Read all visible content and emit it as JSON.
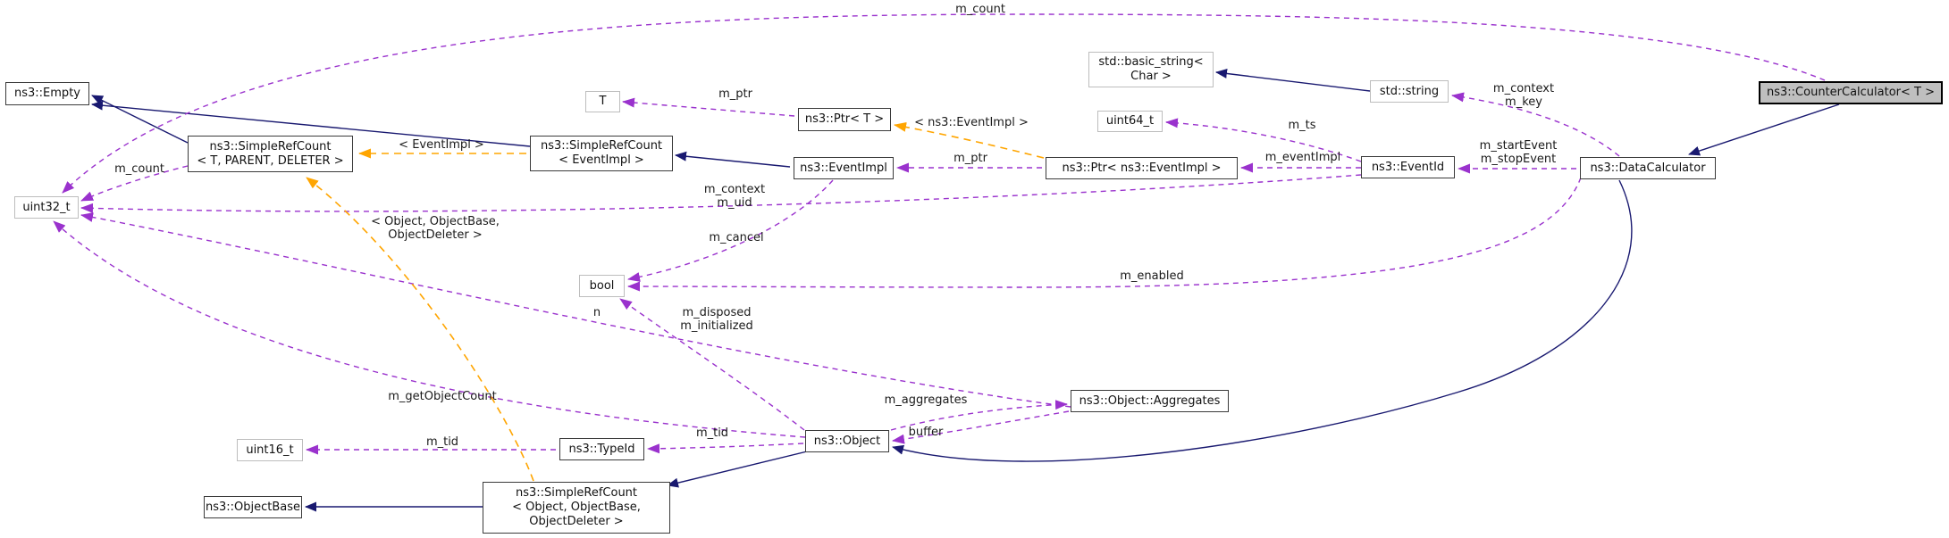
{
  "diagram": {
    "kind": "collaboration-graph",
    "highlight_node": "ns3::CounterCalculator< T >",
    "colors": {
      "inheritance_edge": "#191970",
      "member_edge": "#9a32cd",
      "template_edge": "#ffa500",
      "node_border": "#3a3a3a",
      "external_node_border": "#bdbdbd",
      "highlight_node_bg": "#bfbfbf",
      "background": "#ffffff"
    }
  },
  "nodes": {
    "empty": {
      "label": "ns3::Empty"
    },
    "simplerefcount_tpd": {
      "label": "ns3::SimpleRefCount\n< T, PARENT, DELETER >"
    },
    "uint32": {
      "label": "uint32_t"
    },
    "t": {
      "label": "T"
    },
    "simplerefcount_eventimpl": {
      "label": "ns3::SimpleRefCount\n< EventImpl >"
    },
    "ptr_t": {
      "label": "ns3::Ptr< T >"
    },
    "eventimpl": {
      "label": "ns3::EventImpl"
    },
    "bool": {
      "label": "bool"
    },
    "basic_string": {
      "label": "std::basic_string<\nChar >"
    },
    "uint64": {
      "label": "uint64_t"
    },
    "ptr_eventimpl": {
      "label": "ns3::Ptr< ns3::EventImpl >"
    },
    "string": {
      "label": "std::string"
    },
    "eventid": {
      "label": "ns3::EventId"
    },
    "datacalculator": {
      "label": "ns3::DataCalculator"
    },
    "countercalculator": {
      "label": "ns3::CounterCalculator< T >"
    },
    "aggregates": {
      "label": "ns3::Object::Aggregates"
    },
    "object": {
      "label": "ns3::Object"
    },
    "typeid": {
      "label": "ns3::TypeId"
    },
    "uint16": {
      "label": "uint16_t"
    },
    "objectbase": {
      "label": "ns3::ObjectBase"
    },
    "simplerefcount_ood": {
      "label": "ns3::SimpleRefCount\n< Object, ObjectBase,\nObjectDeleter >"
    }
  },
  "edge_labels": {
    "m_count_top": "m_count",
    "m_count": "m_count",
    "m_context_m_uid": "m_context\nm_uid",
    "n": "n",
    "m_getObjectCount": "m_getObjectCount",
    "m_ptr_t": "m_ptr",
    "m_ptr_eventimpl": "m_ptr",
    "m_eventImpl": "m_eventImpl",
    "m_ts": "m_ts",
    "m_context_m_key": "m_context\nm_key",
    "m_startEvent_m_stopEvent": "m_startEvent\nm_stopEvent",
    "m_enabled": "m_enabled",
    "m_cancel": "m_cancel",
    "m_disposed_m_initialized": "m_disposed\nm_initialized",
    "m_aggregates": "m_aggregates",
    "buffer": "buffer",
    "m_tid_object": "m_tid",
    "m_tid_typeid": "m_tid",
    "tpl_eventimpl": "< EventImpl >",
    "tpl_ns3_eventimpl": "< ns3::EventImpl >",
    "tpl_object": "< Object, ObjectBase,\nObjectDeleter >"
  }
}
